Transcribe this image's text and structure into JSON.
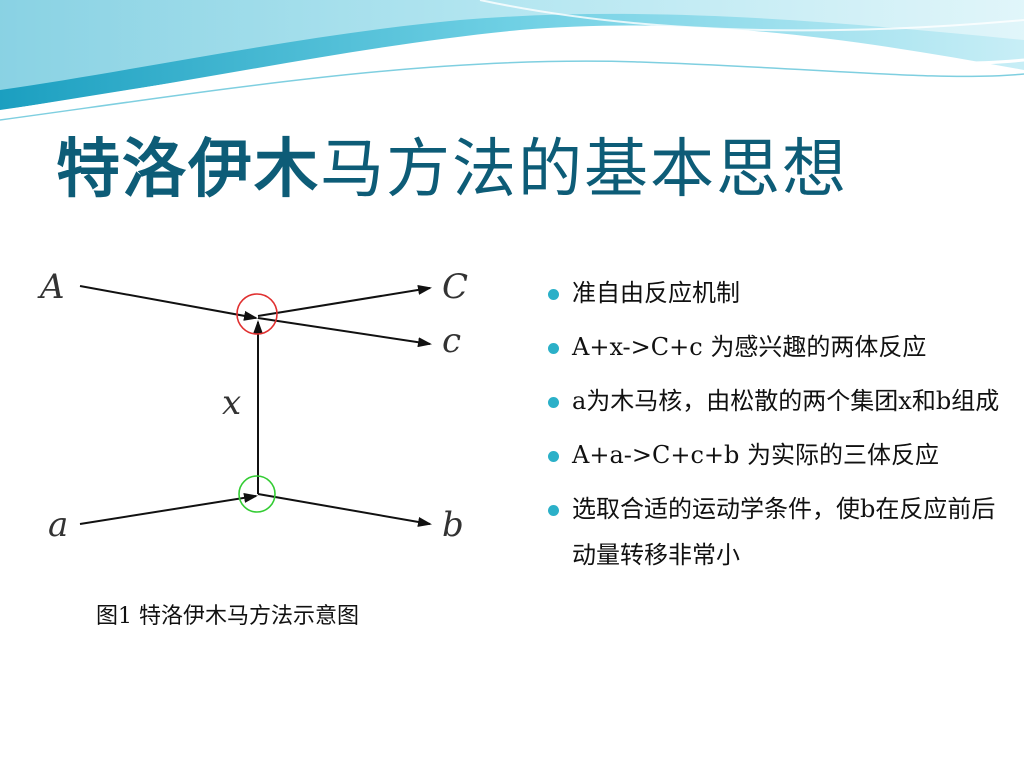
{
  "slide": {
    "title_bold": "特洛伊木",
    "title_rest": "马方法的基本思想"
  },
  "diagram": {
    "labels": {
      "A": "A",
      "C": "C",
      "c": "c",
      "x": "x",
      "a": "a",
      "b": "b"
    },
    "colors": {
      "upper_vertex": "#e03030",
      "lower_vertex": "#33cc33",
      "lines": "#111111"
    },
    "caption": "图1 特洛伊木马方法示意图"
  },
  "bullets": [
    {
      "text": "准自由反应机制"
    },
    {
      "text": "A+x->C+c 为感兴趣的两体反应"
    },
    {
      "text": "a为木马核，由松散的两个集团x和b组成"
    },
    {
      "text": "A+a->C+c+b 为实际的三体反应"
    },
    {
      "text": "选取合适的运动学条件，使b在反应前后动量转移非常小"
    }
  ],
  "colors": {
    "title": "#0d5c77",
    "bullet": "#2bb0c8",
    "banner_light": "#bfe9f2",
    "banner_dark": "#3fb6d0"
  }
}
